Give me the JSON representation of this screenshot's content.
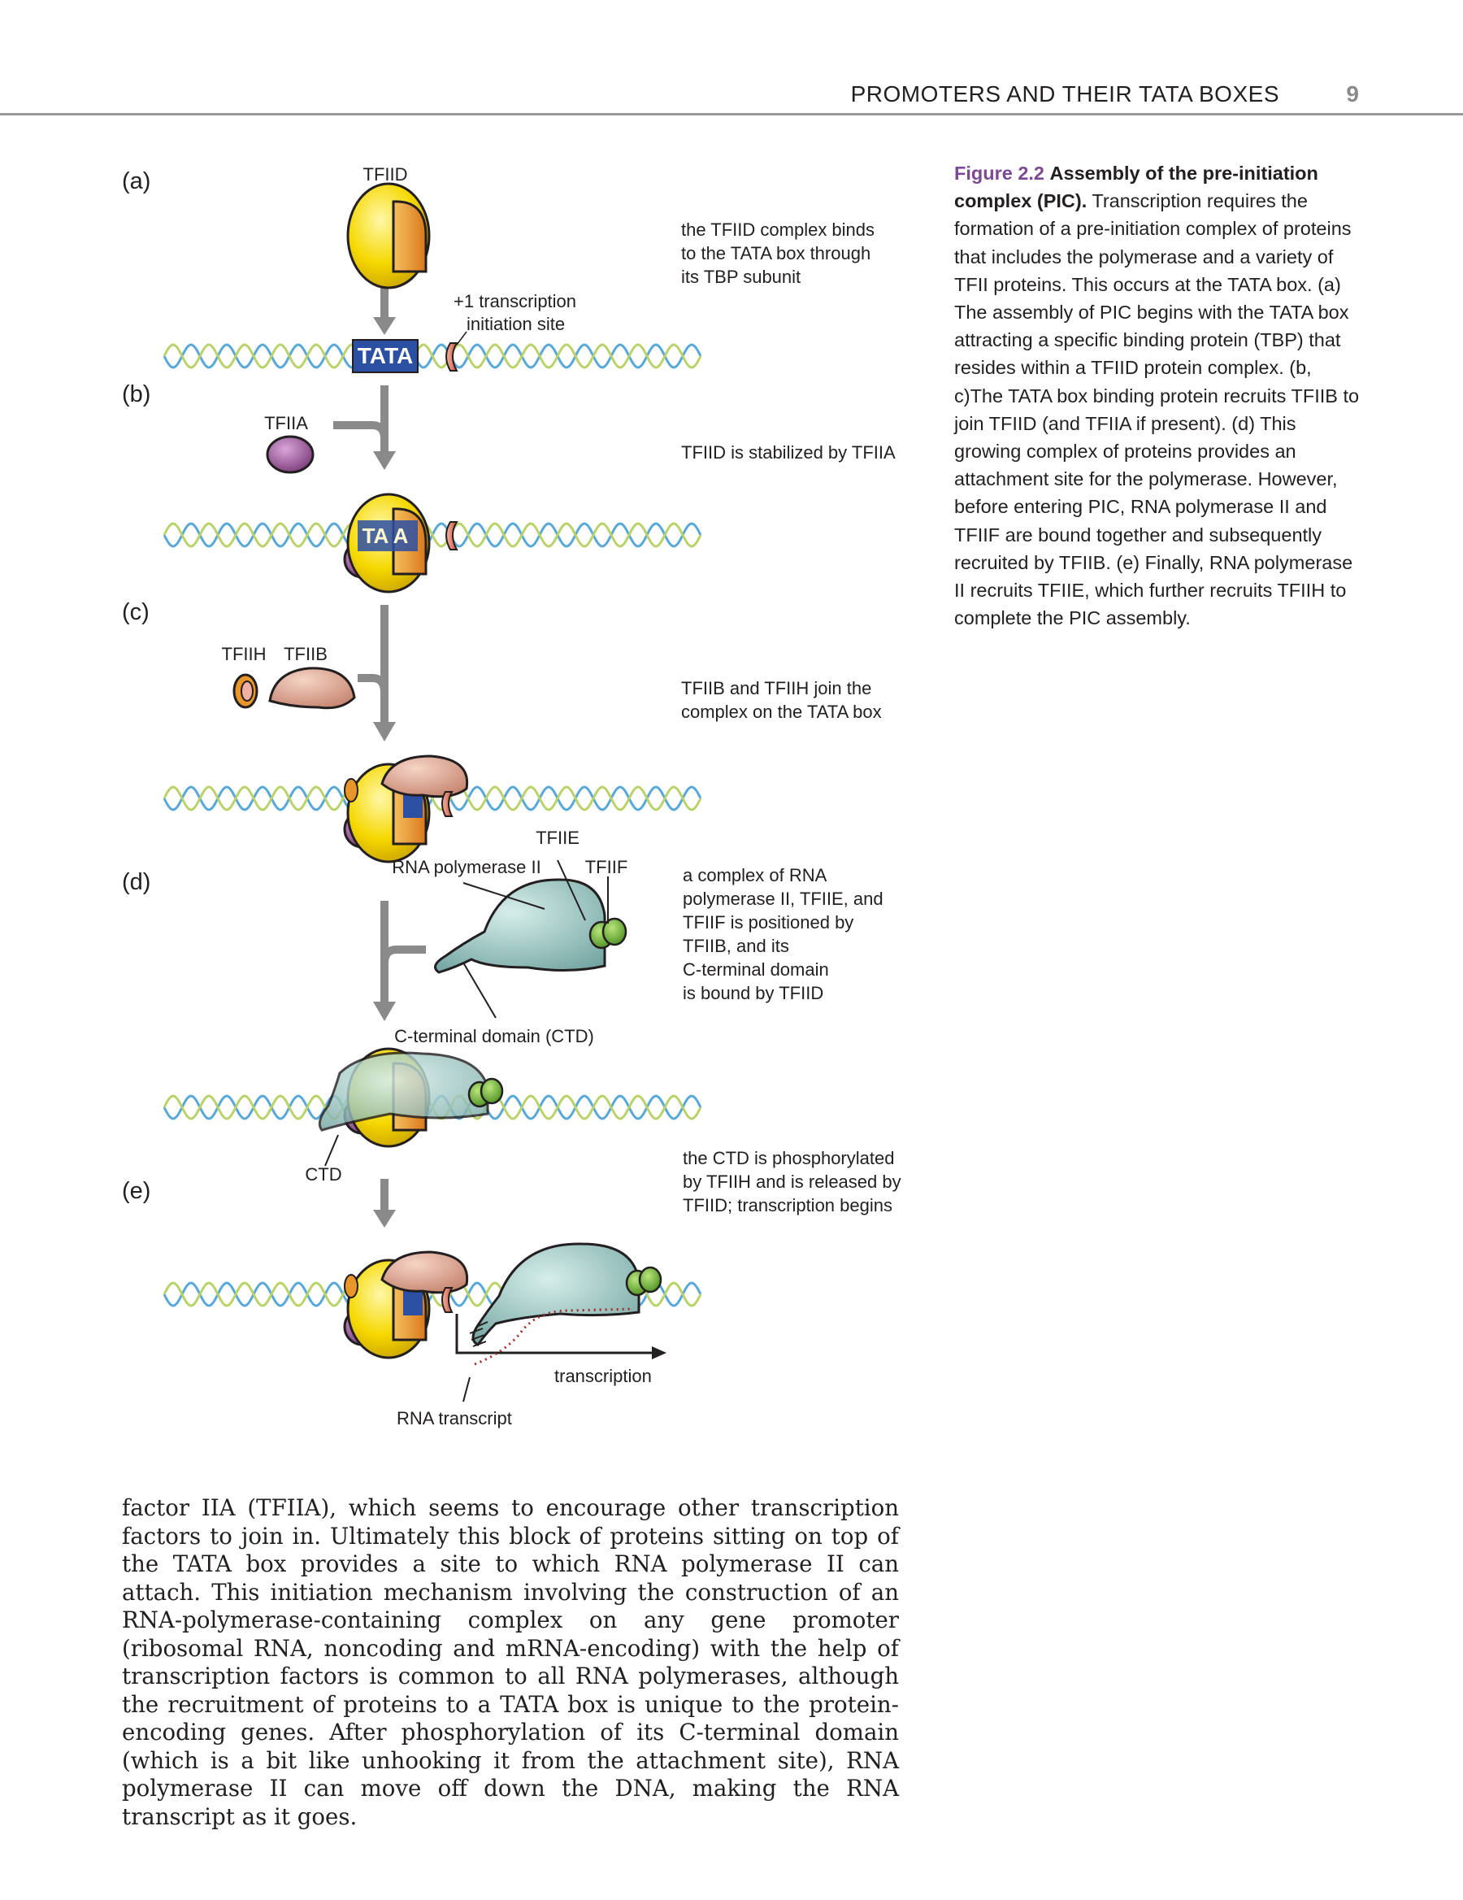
{
  "header": {
    "running_title": "PROMOTERS AND THEIR TATA BOXES",
    "page_number": "9"
  },
  "figure": {
    "panels": {
      "a": "(a)",
      "b": "(b)",
      "c": "(c)",
      "d": "(d)",
      "e": "(e)"
    },
    "proteins": {
      "tfiid": "TFIID",
      "tfiia": "TFIIA",
      "tfiih": "TFIIH",
      "tfiib": "TFIIB",
      "tfiie": "TFIIE",
      "tfiif": "TFIIF",
      "rna_pol": "RNA polymerase II",
      "ctd_full": "C-terminal domain (CTD)",
      "ctd": "CTD"
    },
    "tata": "TATA",
    "tata_partial": "TA A",
    "start_site": [
      "+1 transcription",
      "initiation site"
    ],
    "transcription": "transcription",
    "rna_transcript": "RNA transcript",
    "descriptions": {
      "a": [
        "the TFIID complex binds",
        "to the TATA box through",
        "its TBP subunit"
      ],
      "b": [
        "TFIID is stabilized by TFIIA"
      ],
      "c": [
        "TFIIB and TFIIH join the",
        "complex on the TATA box"
      ],
      "d": [
        "a complex of RNA",
        "polymerase II, TFIIE, and",
        "TFIIF is positioned by",
        "TFIIB, and its",
        "C-terminal domain",
        "is bound by TFIID"
      ],
      "e": [
        "the CTD is phosphorylated",
        "by TFIIH and is released by",
        "TFIID; transcription begins"
      ]
    },
    "colors": {
      "tfiid_yellow": "#f5d800",
      "tfiid_orange": "#e8962a",
      "tata_blue": "#2b4fa3",
      "tfiia_purple": "#8e4f8e",
      "tfiib_salmon": "#d89a85",
      "polymerase_teal": "#86b8b4",
      "tfiif_green": "#6bb536",
      "dna_blue": "#58a8d8",
      "dna_green": "#b9d36a",
      "arrow_gray": "#8a8a8a"
    }
  },
  "caption": {
    "label": "Figure 2.2",
    "title": "Assembly of the pre-initiation complex (PIC).",
    "text": "Transcription requires the formation of a pre-initiation complex of proteins that includes the polymerase and a variety of TFII proteins. This occurs at the TATA box. (a) The assembly of PIC begins with the TATA box attracting a specific binding protein (TBP) that resides within a TFIID protein complex. (b, c)The TATA box binding protein recruits TFIIB to join TFIID (and TFIIA if present). (d) This growing complex of proteins provides an attachment site for the polymerase. However, before entering PIC, RNA polymerase II and TFIIF are bound together and subsequently recruited by TFIIB. (e) Finally, RNA polymerase II recruits TFIIE, which further recruits TFIIH to complete the PIC assembly."
  },
  "body": {
    "paragraph": "factor IIA (TFIIA), which seems to encourage other transcription factors to join in. Ultimately this block of proteins sitting on top of the TATA box provides a site to which RNA polymerase II can attach. This initiation mechanism involving the construction of an RNA-polymerase-containing complex on any gene promoter (ribosomal RNA, noncoding and mRNA-encoding) with the help of transcription factors is common to all RNA polymerases, although the recruitment of proteins to a TATA box is unique to the protein-encoding genes. After phosphorylation of its C-terminal domain (which is a bit like unhooking it from the attachment site), RNA polymerase II can move off down the DNA, making the RNA transcript as it goes."
  }
}
